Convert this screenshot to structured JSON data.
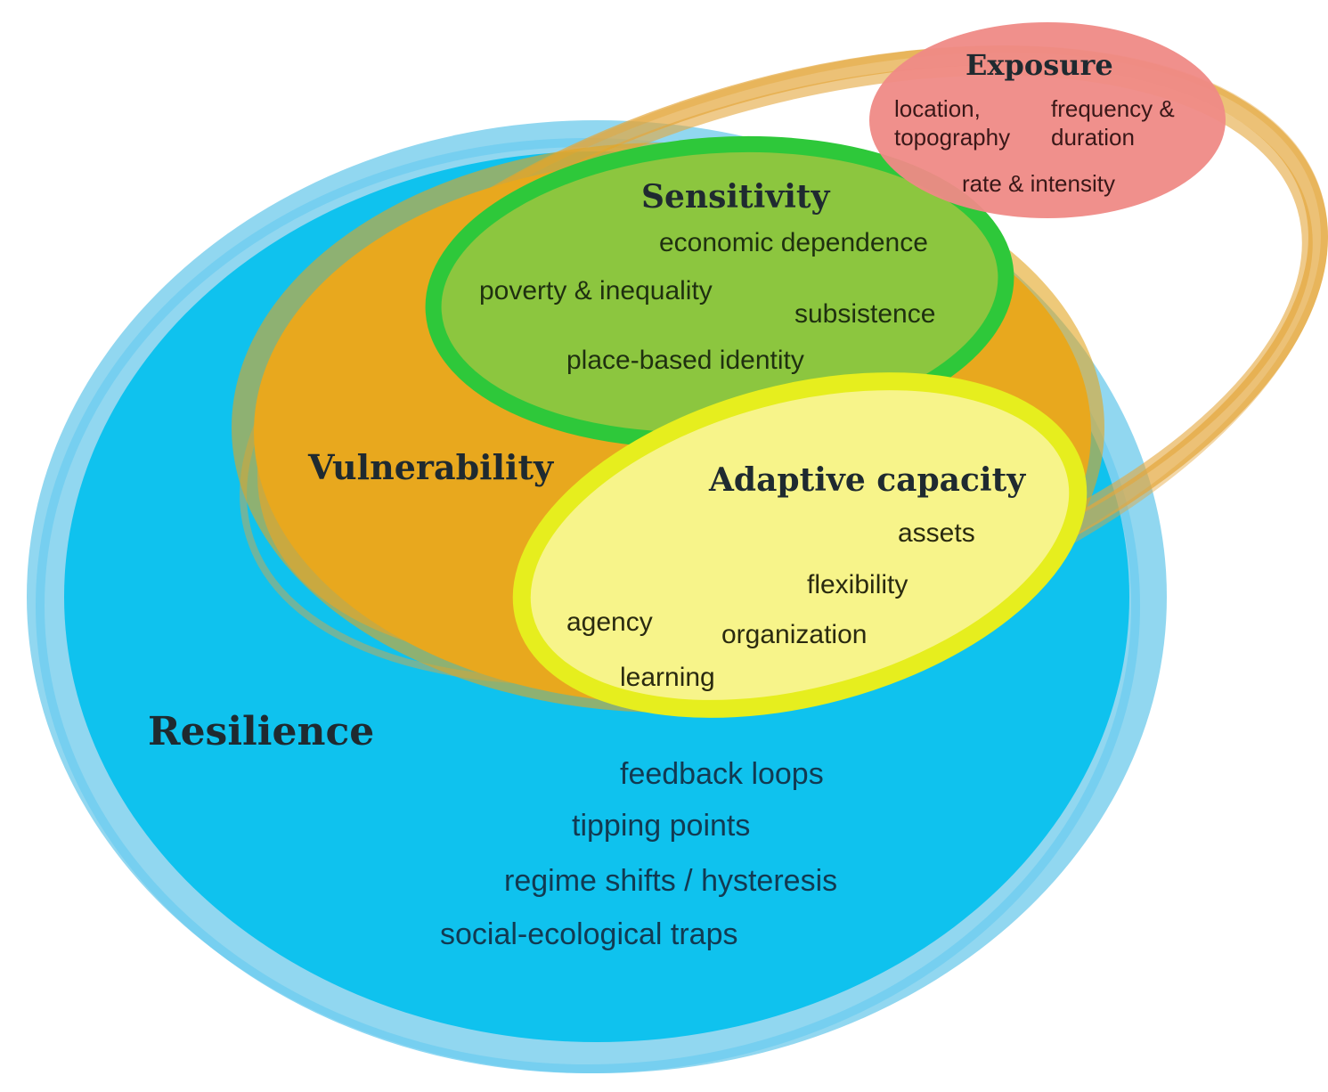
{
  "resilience": {
    "title": "Resilience",
    "items": [
      "feedback loops",
      "tipping points",
      "regime shifts / hysteresis",
      "social-ecological traps"
    ],
    "color": "#12c3ee"
  },
  "vulnerability": {
    "title": "Vulnerability",
    "color": "#e8a81e"
  },
  "sensitivity": {
    "title": "Sensitivity",
    "items": [
      "economic dependence",
      "poverty & inequality",
      "subsistence",
      "place-based identity"
    ],
    "color": "#8cc63f",
    "outline_color": "#2ec83a"
  },
  "adaptive_capacity": {
    "title": "Adaptive capacity",
    "items": [
      "assets",
      "flexibility",
      "agency",
      "organization",
      "learning"
    ],
    "color": "#f7f48a",
    "outline_color": "#e6ee1e"
  },
  "exposure": {
    "title": "Exposure",
    "items": [
      "location,",
      "topography",
      "frequency &",
      "duration",
      "rate & intensity"
    ],
    "color": "#ef8a86"
  },
  "swirl_color": "#e4a73c"
}
